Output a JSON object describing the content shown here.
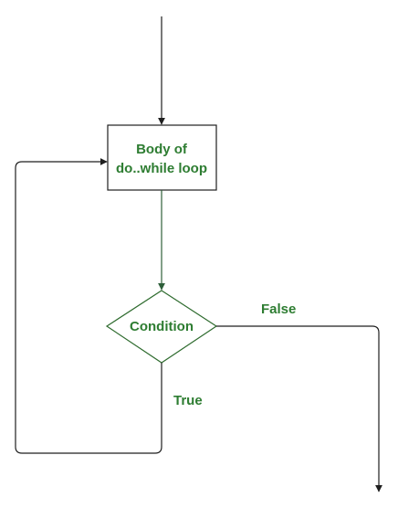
{
  "colors": {
    "label_text": "#2e7d32",
    "stroke": "#1f1f1f",
    "arrow_body_to_condition": "#2e5f3a",
    "decision_border": "#2e6b2e",
    "process_border": "#1f1f1f"
  },
  "nodes": {
    "process": {
      "line1": "Body of",
      "line2": "do..while loop"
    },
    "decision": {
      "label": "Condition"
    }
  },
  "edges": {
    "false_label": "False",
    "true_label": "True"
  }
}
